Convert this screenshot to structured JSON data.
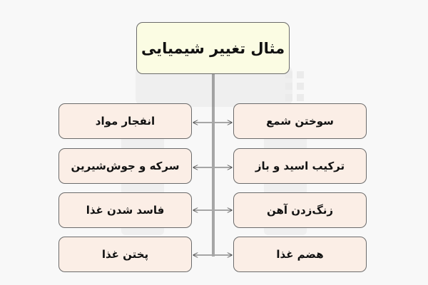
{
  "title": "مثال تغییر شیمیایی",
  "left_items": [
    {
      "label": "انفجار مواد"
    },
    {
      "label": "سرکه و جوش‌شیرین"
    },
    {
      "label": "فاسد شدن غذا"
    },
    {
      "label": "پختن غذا"
    }
  ],
  "right_items": [
    {
      "label": "سوختن شمع"
    },
    {
      "label": "ترکیب اسید و باز"
    },
    {
      "label": "زنگ‌زدن آهن"
    },
    {
      "label": "هضم غذا"
    }
  ],
  "colors": {
    "title_fill": "#fbfce3",
    "item_fill": "#fbeee6",
    "border": "#6b6b6b",
    "connector": "#555555",
    "background": "#f8f8f8"
  }
}
